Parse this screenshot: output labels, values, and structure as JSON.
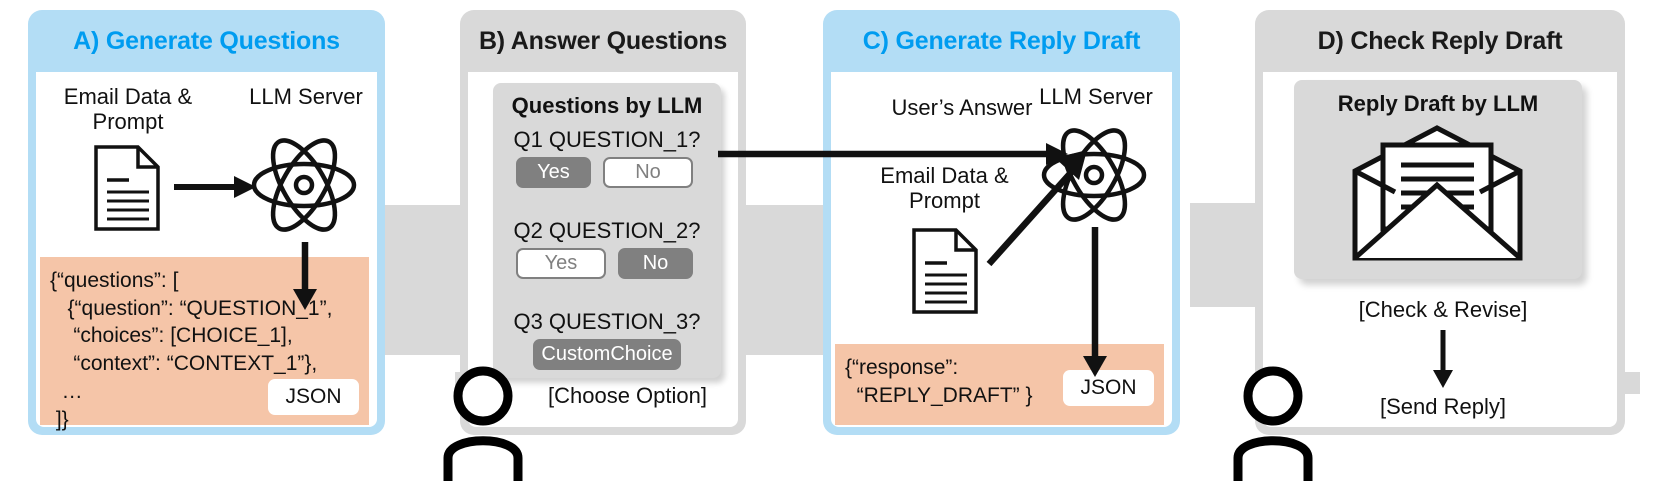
{
  "diagram": {
    "title": "LLM-assisted email reply pipeline",
    "colors": {
      "header_blue_bg": "#b3ddf5",
      "header_blue_text": "#009cf0",
      "header_gray_bg": "#d9d9d9",
      "header_gray_text": "#1a1a1a",
      "json_box": "#f5c5a8",
      "card_gray": "#d9d9d9",
      "selected_choice": "#808080",
      "connector_gray": "#d9d9d9",
      "body_white": "#ffffff"
    }
  },
  "panels": [
    {
      "id": "a",
      "label": "A) Generate Questions",
      "header_style": "blue",
      "input_label": "Email Data &\nPrompt",
      "server_label": "LLM Server",
      "icons": {
        "document": "document-icon",
        "server": "atom-icon",
        "arrow_right": "arrow-right-icon",
        "arrow_down": "arrow-down-icon"
      },
      "json_lines": "{“questions”: [\n   {“question”: “QUESTION_1”,\n    “choices”: [CHOICE_1],\n    “context”: “CONTEXT_1”},\n  …\n ]}",
      "json_badge": "JSON"
    },
    {
      "id": "b",
      "label": "B) Answer Questions",
      "header_style": "gray",
      "card_title": "Questions by LLM",
      "questions": [
        {
          "text": "Q1 QUESTION_1?",
          "choices": [
            {
              "label": "Yes",
              "selected": true
            },
            {
              "label": "No",
              "selected": false
            }
          ]
        },
        {
          "text": "Q2 QUESTION_2?",
          "choices": [
            {
              "label": "Yes",
              "selected": false
            },
            {
              "label": "No",
              "selected": true
            }
          ]
        },
        {
          "text": "Q3 QUESTION_3?",
          "choices": [
            {
              "label": "CustomChoice",
              "selected": true
            }
          ]
        }
      ],
      "action_label": "[Choose Option]",
      "icons": {
        "person": "person-icon"
      }
    },
    {
      "id": "c",
      "label": "C) Generate Reply Draft",
      "header_style": "blue",
      "server_label": "LLM Server",
      "incoming_label": "User’s Answer",
      "input_label": "Email Data &\nPrompt",
      "icons": {
        "document": "document-icon",
        "server": "atom-icon",
        "arrow_right": "arrow-right-icon",
        "arrow_diagonal": "arrow-diagonal-icon",
        "arrow_down": "arrow-down-icon"
      },
      "json_lines": "{“response”:\n  “REPLY_DRAFT” }",
      "json_badge": "JSON"
    },
    {
      "id": "d",
      "label": "D) Check Reply Draft",
      "header_style": "gray",
      "card_title": "Reply Draft by LLM",
      "step_label": "[Check & Revise]",
      "result_label": "[Send Reply]",
      "icons": {
        "envelope": "envelope-icon",
        "person": "person-icon",
        "arrow_down": "arrow-down-icon"
      }
    }
  ],
  "connectors": [
    {
      "id": "a-to-b",
      "kind": "band"
    },
    {
      "id": "b-to-c",
      "kind": "band"
    },
    {
      "id": "c-to-d",
      "kind": "big-arrow"
    }
  ]
}
